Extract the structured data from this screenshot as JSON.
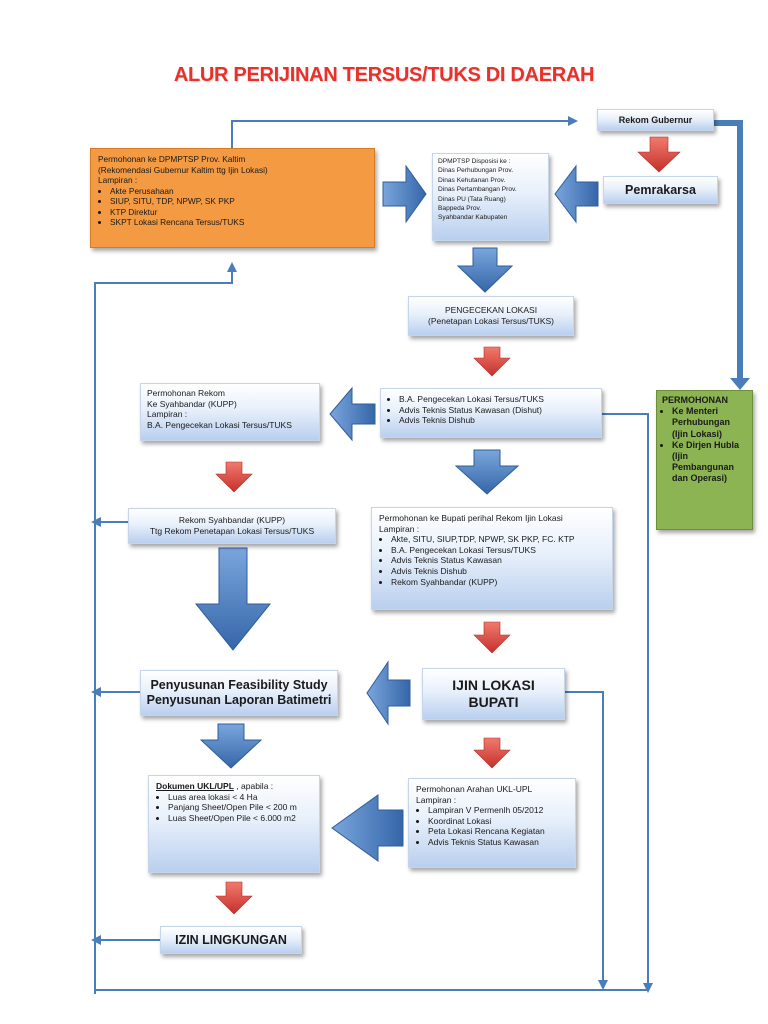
{
  "title": "ALUR PERIJINAN TERSUS/TUKS DI DAERAH",
  "colors": {
    "title": "#e8312a",
    "flow_blue": "#4a7ebb",
    "red_arrow": "#d9423a",
    "orange": "#f49a42",
    "green": "#8cb452"
  },
  "permohonan_dpmptsp": {
    "line1": "Permohonan ke DPMPTSP Prov. Kaltim",
    "line2": "(Rekomendasi Gubernur  Kaltim  ttg Ijin Lokasi)",
    "line3": "Lampiran :",
    "items": [
      "Akte Perusahaan",
      "SIUP, SITU, TDP, NPWP, SK PKP",
      "KTP Direktur",
      "SKPT Lokasi  Rencana Tersus/TUKS"
    ]
  },
  "disposisi": {
    "lines": [
      "DPMPTSP  Disposisi ke :",
      "Dinas Perhubungan Prov.",
      "Dinas Kehutanan Prov.",
      "Dinas Pertambangan Prov.",
      "Dinas PU (Tata Ruang)",
      "Bappeda Prov.",
      "Syahbandar Kabupaten"
    ]
  },
  "rekom_gubernur": "Rekom Gubernur",
  "pemrakarsa": "Pemrakarsa",
  "pengecekan": {
    "line1": "PENGECEKAN LOKASI",
    "line2": "(Penetapan Lokasi Tersus/TUKS)"
  },
  "ba_box": {
    "items": [
      "B.A. Pengecekan Lokasi Tersus/TUKS",
      "Advis Teknis Status Kawasan (Dishut)",
      "Advis Teknis Dishub"
    ]
  },
  "permohonan_rekom": {
    "lines": [
      "Permohonan Rekom",
      "Ke Syahbandar (KUPP)",
      "Lampiran :",
      "B.A. Pengecekan Lokasi Tersus/TUKS"
    ]
  },
  "permohonan_menteri": {
    "title": "PERMOHONAN",
    "items": [
      "Ke Menteri Perhubungan (Ijin Lokasi)",
      "Ke Dirjen Hubla (Ijin Pembangunan dan Operasi)"
    ]
  },
  "rekom_syahbandar": {
    "line1": "Rekom Syahbandar (KUPP)",
    "line2": "Ttg Rekom Penetapan Lokasi Tersus/TUKS"
  },
  "permohonan_bupati": {
    "line1": "Permohonan ke Bupati perihal  Rekom Ijin Lokasi",
    "line2": "Lampiran :",
    "items": [
      "Akte, SITU, SIUP,TDP, NPWP, SK PKP, FC. KTP",
      "B.A. Pengecekan Lokasi Tersus/TUKS",
      "Advis Teknis Status Kawasan",
      "Advis Teknis Dishub",
      "Rekom Syahbandar (KUPP)"
    ]
  },
  "feasibility": {
    "line1": "Penyusunan Feasibility Study",
    "line2": "Penyusunan Laporan Batimetri"
  },
  "ijin_lokasi": {
    "line1": "IJIN LOKASI",
    "line2": "BUPATI"
  },
  "dokumen_ukl": {
    "bold": "Dokumen UKL/UPL",
    "rest": " , apabila :",
    "items": [
      "Luas  area lokasi < 4 Ha",
      "Panjang Sheet/Open Pile < 200 m",
      "Luas Sheet/Open Pile < 6.000 m2"
    ]
  },
  "permohonan_arahan": {
    "line1": "Permohonan Arahan  UKL-UPL",
    "line2": "Lampiran :",
    "items": [
      "Lampiran V Permenlh 05/2012",
      "Koordinat Lokasi",
      "Peta Lokasi Rencana Kegiatan",
      "Advis Teknis Status Kawasan"
    ]
  },
  "izin_lingkungan": "IZIN LINGKUNGAN"
}
